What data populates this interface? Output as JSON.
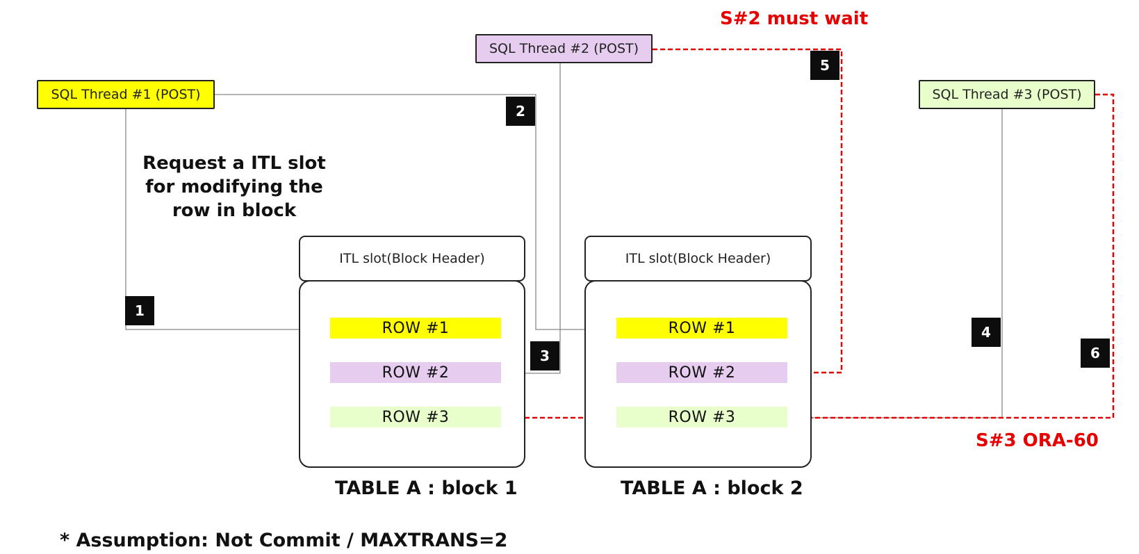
{
  "threads": {
    "t1": {
      "label": "SQL Thread #1 (POST)",
      "color": "#ffff00"
    },
    "t2": {
      "label": "SQL Thread #2 (POST)",
      "color": "#e6ccef"
    },
    "t3": {
      "label": "SQL Thread #3 (POST)",
      "color": "#e8ffcc"
    }
  },
  "steps": [
    "1",
    "2",
    "3",
    "4",
    "5",
    "6"
  ],
  "request_text": "Request a ITL slot for modifying the row in block",
  "blocks": [
    {
      "header": "ITL slot(Block Header)",
      "caption": "TABLE A : block 1",
      "rows": [
        "ROW #1",
        "ROW #2",
        "ROW #3"
      ]
    },
    {
      "header": "ITL slot(Block Header)",
      "caption": "TABLE A : block 2",
      "rows": [
        "ROW #1",
        "ROW #2",
        "ROW #3"
      ]
    }
  ],
  "row_colors": [
    "#ffff00",
    "#e6ccef",
    "#e8ffcc"
  ],
  "notes": {
    "wait": "S#2 must wait",
    "error": "S#3 ORA-60",
    "assumption": "* Assumption: Not Commit / MAXTRANS=2"
  },
  "colors": {
    "conflict": "#e60000",
    "connector": "#888888"
  }
}
